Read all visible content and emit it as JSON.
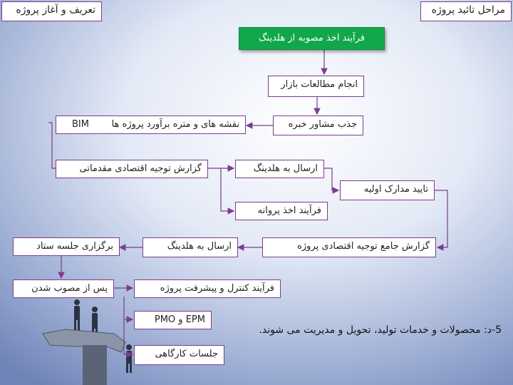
{
  "corners": {
    "left": "تعریف و آغاز پروژه",
    "right": "مراحل تائید پروژه"
  },
  "nodes": {
    "approval_process": "فرآیند اخذ مصوبه از هلدینگ",
    "market_study": "انجام مطالعات بازار",
    "hire_consultant": "جذب مشاور خبره",
    "maps_estimate": "نقشه های و متره برآورد پروژه ها",
    "bim": "BIM",
    "feasibility_report": "گزارش توجیه اقتصادی مقدماتی",
    "send_holding_1": "ارسال به هلدینگ",
    "initial_docs": "تایید مدارک اولیه",
    "permit_process": "فرآیند اخذ پروانه",
    "full_report": "گزارش جامع توجیه اقتصادی پروژه",
    "send_holding_2": "ارسال به هلدینگ",
    "board_meeting": "برگزاری جلسه ستاد",
    "after_approval": "پس از مصوب شدن",
    "control_process": "فرآیند کنترل و پیشرفت پروژه",
    "epm_pmo": "EPM و PMO",
    "site_meetings": "جلسات کارگاهی"
  },
  "caption": "5-د: محصولات و خدمات تولید، تحویل و مدیریت می شوند.",
  "colors": {
    "border": "#7a3d8f",
    "green": "#10a84a",
    "background": "#9aabd2"
  }
}
